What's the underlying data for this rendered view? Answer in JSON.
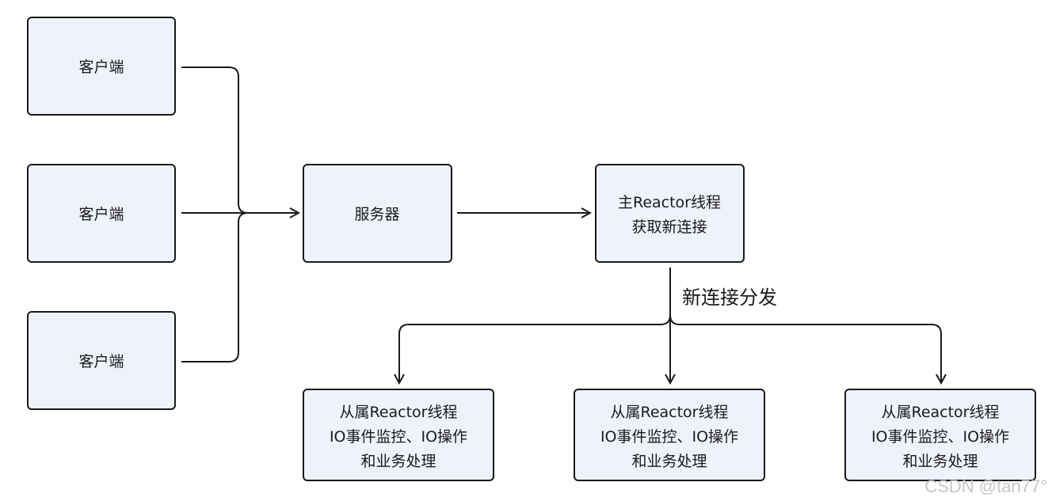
{
  "nodes": {
    "client_1": {
      "label": "客户端"
    },
    "client_2": {
      "label": "客户端"
    },
    "client_3": {
      "label": "客户端"
    },
    "server": {
      "label": "服务器"
    },
    "main_reactor": {
      "line1": "主Reactor线程",
      "line2": "获取新连接"
    },
    "sub_reactor_1": {
      "line1": "从属Reactor线程",
      "line2": "IO事件监控、IO操作",
      "line3": "和业务处理"
    },
    "sub_reactor_2": {
      "line1": "从属Reactor线程",
      "line2": "IO事件监控、IO操作",
      "line3": "和业务处理"
    },
    "sub_reactor_3": {
      "line1": "从属Reactor线程",
      "line2": "IO事件监控、IO操作",
      "line3": "和业务处理"
    }
  },
  "edges": {
    "dispatch_label": "新连接分发"
  },
  "watermark": "CSDN @tan77°",
  "colors": {
    "box_fill": "#eef2fb",
    "stroke": "#1a1a1a",
    "watermark": "#c8c8c8"
  }
}
